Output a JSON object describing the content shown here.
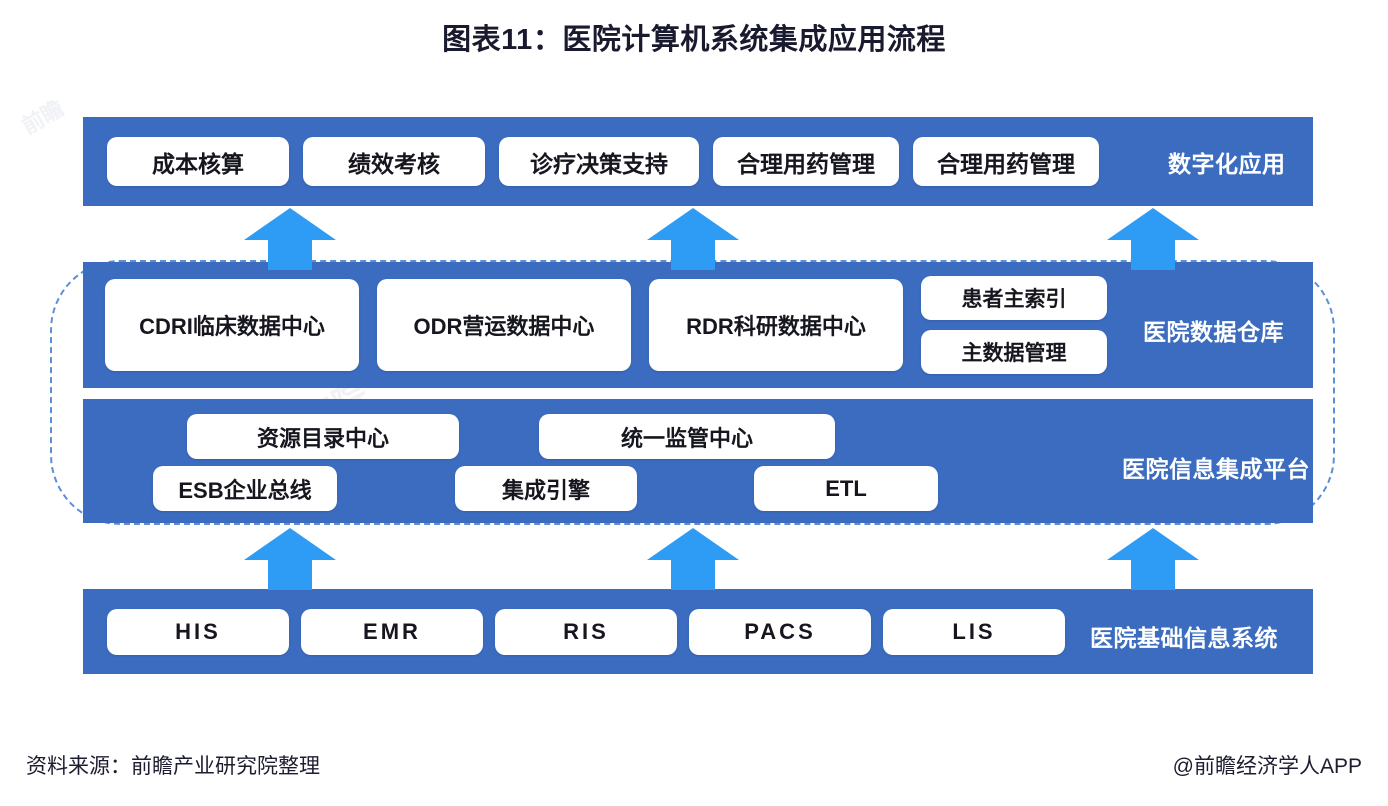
{
  "title": "图表11：医院计算机系统集成应用流程",
  "colors": {
    "band_blue": "#3b6cbf",
    "arrow_blue": "#2e9bf5",
    "dashed_border": "#5b8fd6",
    "chip_bg": "#ffffff",
    "text_dark": "#16161f"
  },
  "rows": [
    {
      "id": "digital-application",
      "label": "数字化应用",
      "chips": [
        "成本核算",
        "绩效考核",
        "诊疗决策支持",
        "合理用药管理",
        "合理用药管理"
      ]
    },
    {
      "id": "hospital-data-warehouse",
      "label": "医院数据仓库",
      "chips": [
        "CDRI临床数据中心",
        "ODR营运数据中心",
        "RDR科研数据中心"
      ],
      "stacked_chips": [
        "患者主索引",
        "主数据管理"
      ]
    },
    {
      "id": "hospital-integration-platform",
      "label": "医院信息集成平台",
      "top_chips": [
        "资源目录中心",
        "统一监管中心"
      ],
      "bottom_chips": [
        "ESB企业总线",
        "集成引擎",
        "ETL"
      ]
    },
    {
      "id": "hospital-basic-information-system",
      "label": "医院基础信息系统",
      "chips": [
        "HIS",
        "EMR",
        "RIS",
        "PACS",
        "LIS"
      ]
    }
  ],
  "arrows": {
    "direction": "up",
    "count_per_gap": 3,
    "gaps": [
      "platform-to-warehouse",
      "warehouse-to-application"
    ]
  },
  "footer": {
    "source": "资料来源：前瞻产业研究院整理",
    "credit": "@前瞻经济学人APP"
  },
  "watermark": {
    "text_1": "前瞻产业研究院",
    "text_2": "前瞻产业研究院",
    "text_3": "前瞻产业研究院",
    "text_4": "前瞻"
  }
}
